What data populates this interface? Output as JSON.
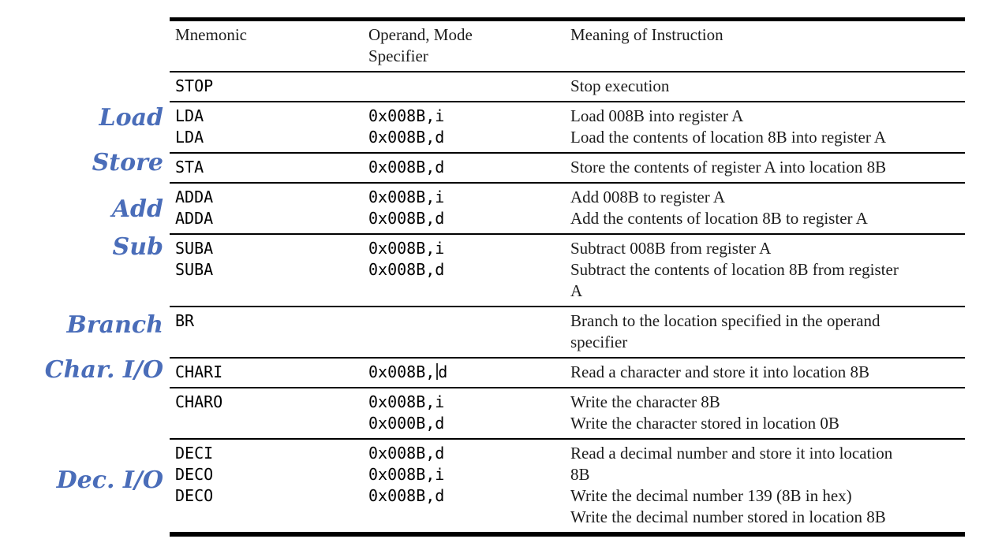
{
  "annotations": {
    "color": "#4a6db9",
    "items": [
      {
        "label": "Load"
      },
      {
        "label": "Store"
      },
      {
        "label": "Add"
      },
      {
        "label": "Sub"
      },
      {
        "label": "Branch"
      },
      {
        "label": "Char. I/O"
      },
      {
        "label": "Dec. I/O"
      }
    ]
  },
  "table": {
    "headers": {
      "mnemonic": "Mnemonic",
      "operand_line1": "Operand, Mode",
      "operand_line2": "Specifier",
      "meaning": "Meaning of Instruction"
    },
    "caret_marker": "|",
    "sections": [
      {
        "mnemonic": [
          "STOP"
        ],
        "operand": [],
        "meaning": [
          "Stop execution"
        ]
      },
      {
        "mnemonic": [
          "LDA",
          "LDA"
        ],
        "operand": [
          "0x008B,i",
          "0x008B,d"
        ],
        "meaning": [
          "Load 008B into register A",
          "Load the contents of location 8B into register A"
        ]
      },
      {
        "mnemonic": [
          "STA"
        ],
        "operand": [
          "0x008B,d"
        ],
        "meaning": [
          "Store the contents of register A into location 8B"
        ]
      },
      {
        "mnemonic": [
          "ADDA",
          "ADDA"
        ],
        "operand": [
          "0x008B,i",
          "0x008B,d"
        ],
        "meaning": [
          "Add 008B to register A",
          "Add the contents of location 8B to register A"
        ]
      },
      {
        "mnemonic": [
          "SUBA",
          "SUBA"
        ],
        "operand": [
          "0x008B,i",
          "0x008B,d"
        ],
        "meaning": [
          "Subtract 008B from register A",
          "Subtract the contents of location 8B from register",
          "A"
        ]
      },
      {
        "mnemonic": [
          "BR"
        ],
        "operand": [],
        "meaning": [
          "Branch to the location specified in the operand",
          "specifier"
        ]
      },
      {
        "mnemonic": [
          "CHARI"
        ],
        "operand": [
          "0x008B,|d"
        ],
        "meaning": [
          "Read a character and store it into location 8B"
        ]
      },
      {
        "mnemonic": [
          "CHARO"
        ],
        "operand": [
          "0x008B,i",
          "0x000B,d"
        ],
        "meaning": [
          "Write the character 8B",
          "Write the character stored in location 0B"
        ]
      },
      {
        "mnemonic": [
          "DECI",
          "DECO",
          "DECO"
        ],
        "operand": [
          "0x008B,d",
          "0x008B,i",
          "0x008B,d"
        ],
        "meaning": [
          "Read a decimal number and store it into location",
          "8B",
          "Write the decimal number 139 (8B in hex)",
          "Write the decimal number stored in location 8B"
        ]
      }
    ]
  }
}
